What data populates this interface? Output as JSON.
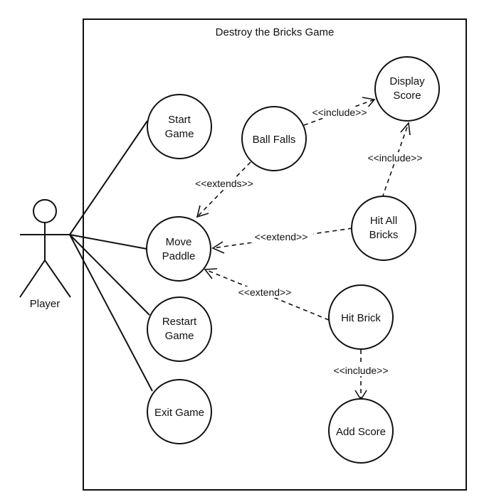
{
  "system": {
    "title": "Destroy the Bricks Game"
  },
  "actor": {
    "label": "Player"
  },
  "use_cases": {
    "start_game": [
      "Start",
      "Game"
    ],
    "move_paddle": [
      "Move",
      "Paddle"
    ],
    "restart_game": [
      "Restart",
      "Game"
    ],
    "exit_game": [
      "Exit Game"
    ],
    "ball_falls": [
      "Ball Falls"
    ],
    "display_score": [
      "Display",
      "Score"
    ],
    "hit_all_bricks": [
      "Hit All",
      "Bricks"
    ],
    "hit_brick": [
      "Hit Brick"
    ],
    "add_score": [
      "Add Score"
    ]
  },
  "relations": {
    "ball_falls_display_score": "<<include>>",
    "hit_all_bricks_display_score": "<<include>>",
    "ball_falls_move_paddle": "<<extends>>",
    "hit_all_bricks_move_paddle": "<<extend>>",
    "hit_brick_move_paddle": "<<extend>>",
    "hit_brick_add_score": "<<include>>"
  }
}
